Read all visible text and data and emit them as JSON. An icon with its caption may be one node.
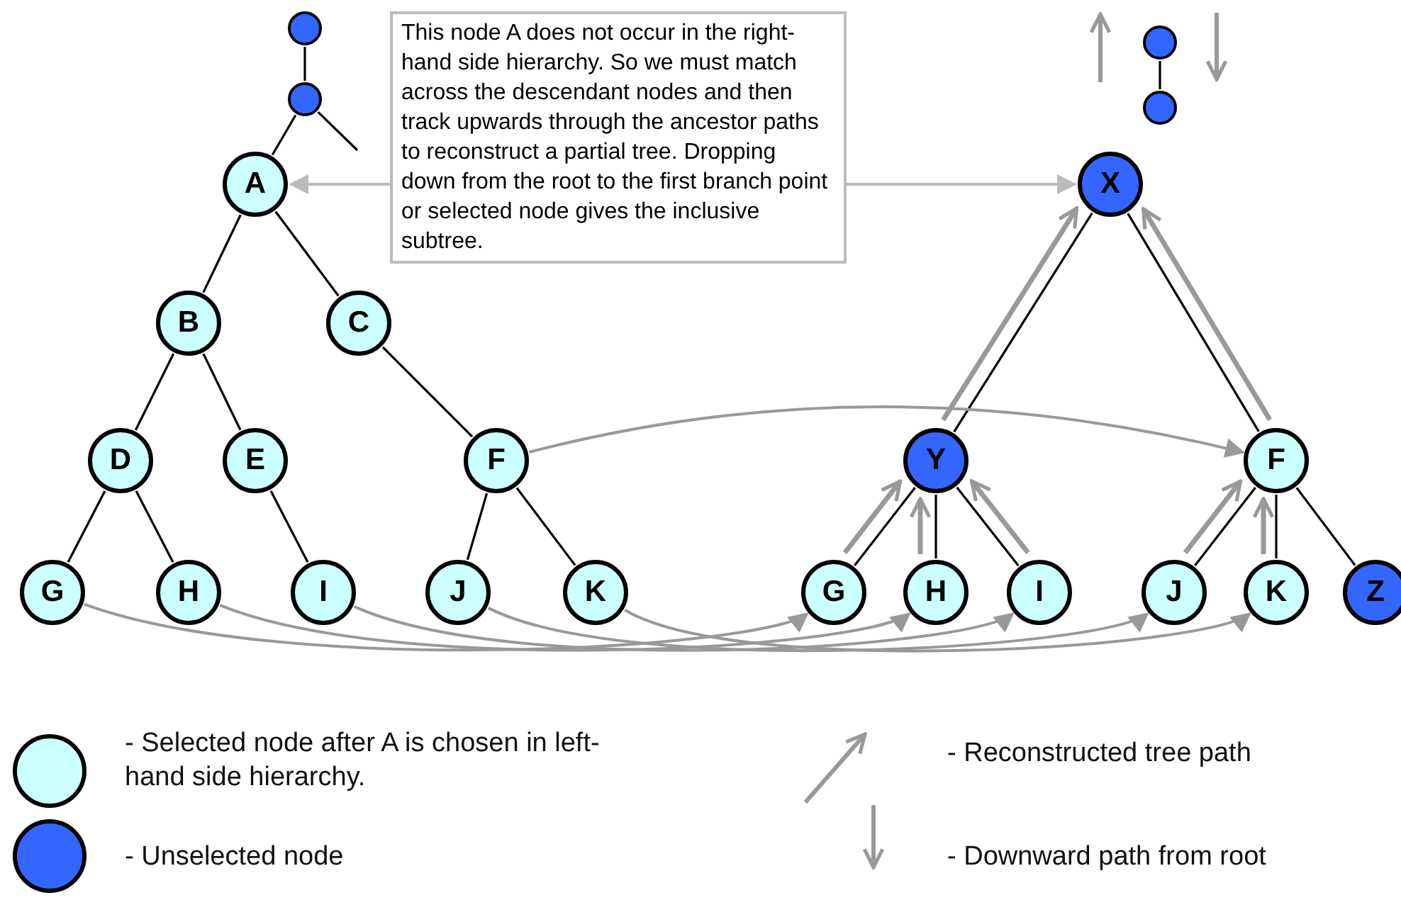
{
  "diagram": {
    "nodes": [
      {
        "text": [],
        "shape": "circle"
      },
      {
        "text": [],
        "shape": "circle"
      },
      {
        "text": [
          "A"
        ]
      },
      {
        "text": [
          "This node A does not occur in the right-hand side hierarchy. So we must match across the descendant nodes and then track upwards through the ancestor paths to reconstruct a partial tree. Dropping down from the root to the first branch point or selected node gives the inclusive subtree."
        ]
      },
      {
        "text": [
          "X"
        ]
      },
      {
        "text": [],
        "shape": "circle"
      },
      {
        "text": [],
        "shape": "circle"
      },
      {
        "text": [
          "B"
        ]
      },
      {
        "text": [
          "C"
        ]
      },
      {
        "text": [
          "D"
        ]
      },
      {
        "text": [
          "E"
        ]
      },
      {
        "text": [
          "F"
        ]
      },
      {
        "text": [
          "Y"
        ]
      },
      {
        "text": [
          "F"
        ]
      },
      {
        "text": [
          "G"
        ]
      },
      {
        "text": [
          "H"
        ]
      },
      {
        "text": [
          "I"
        ]
      },
      {
        "text": [
          "J"
        ]
      },
      {
        "text": [
          "K"
        ]
      },
      {
        "text": [
          "G"
        ]
      },
      {
        "text": [
          "H"
        ]
      },
      {
        "text": [
          "I"
        ]
      },
      {
        "text": [
          "J"
        ]
      },
      {
        "text": [
          "K"
        ]
      },
      {
        "text": [
          "Z"
        ]
      }
    ],
    "edges": [
      {
        "from": 0,
        "to": 1,
        "arrow": "none"
      },
      {
        "from": 1,
        "to": 2,
        "arrow": "none"
      },
      {
        "from": 1,
        "to": null,
        "arrow": "none"
      },
      {
        "from": 2,
        "to": 7,
        "arrow": "none"
      },
      {
        "from": 2,
        "to": 8,
        "arrow": "none"
      },
      {
        "from": 7,
        "to": 9,
        "arrow": "none"
      },
      {
        "from": 7,
        "to": 10,
        "arrow": "none"
      },
      {
        "from": 8,
        "to": 11,
        "arrow": "none"
      },
      {
        "from": 9,
        "to": 14,
        "arrow": "none"
      },
      {
        "from": 9,
        "to": 15,
        "arrow": "none"
      },
      {
        "from": 10,
        "to": 16,
        "arrow": "none"
      },
      {
        "from": 11,
        "to": 17,
        "arrow": "none"
      },
      {
        "from": 11,
        "to": 18,
        "arrow": "none"
      },
      {
        "from": 5,
        "to": 6,
        "arrow": "none"
      },
      {
        "from": 4,
        "to": 12,
        "arrow": "none"
      },
      {
        "from": 4,
        "to": 13,
        "arrow": "none"
      },
      {
        "from": 12,
        "to": 19,
        "arrow": "none"
      },
      {
        "from": 12,
        "to": 20,
        "arrow": "none"
      },
      {
        "from": 12,
        "to": 21,
        "arrow": "none"
      },
      {
        "from": 13,
        "to": 22,
        "arrow": "none"
      },
      {
        "from": 13,
        "to": 23,
        "arrow": "none"
      },
      {
        "from": 13,
        "to": 24,
        "arrow": "none"
      },
      {
        "from": 3,
        "to": 2,
        "arrow": "to",
        "color": "#bbbbbb"
      },
      {
        "from": 3,
        "to": 4,
        "arrow": "to",
        "color": "#bbbbbb"
      },
      {
        "from": 11,
        "to": 13,
        "arrow": "to",
        "color": "#999999"
      },
      {
        "from": 14,
        "to": 19,
        "arrow": "to",
        "color": "#999999"
      },
      {
        "from": 15,
        "to": 20,
        "arrow": "to",
        "color": "#999999"
      },
      {
        "from": 16,
        "to": 21,
        "arrow": "to",
        "color": "#999999"
      },
      {
        "from": 17,
        "to": 22,
        "arrow": "to",
        "color": "#999999"
      },
      {
        "from": 18,
        "to": 23,
        "arrow": "to",
        "color": "#999999"
      },
      {
        "from": 19,
        "to": 12,
        "arrow": "to",
        "style": "thick",
        "color": "#999999"
      },
      {
        "from": 20,
        "to": 12,
        "arrow": "to",
        "style": "thick",
        "color": "#999999"
      },
      {
        "from": 21,
        "to": 12,
        "arrow": "to",
        "style": "thick",
        "color": "#999999"
      },
      {
        "from": 22,
        "to": 13,
        "arrow": "to",
        "style": "thick",
        "color": "#999999"
      },
      {
        "from": 23,
        "to": 13,
        "arrow": "to",
        "style": "thick",
        "color": "#999999"
      },
      {
        "from": 12,
        "to": 4,
        "arrow": "to",
        "style": "thick",
        "color": "#999999"
      },
      {
        "from": 13,
        "to": 4,
        "arrow": "to",
        "style": "thick",
        "color": "#999999"
      }
    ],
    "legend": [
      {
        "text": "- Selected node after A is chosen in left-hand side hierarchy.",
        "color": "#ccffff"
      },
      {
        "text": "- Unselected node",
        "color": "#3366ff"
      },
      {
        "text": "- Reconstructed tree path"
      },
      {
        "text": "- Downward path from root"
      }
    ]
  }
}
